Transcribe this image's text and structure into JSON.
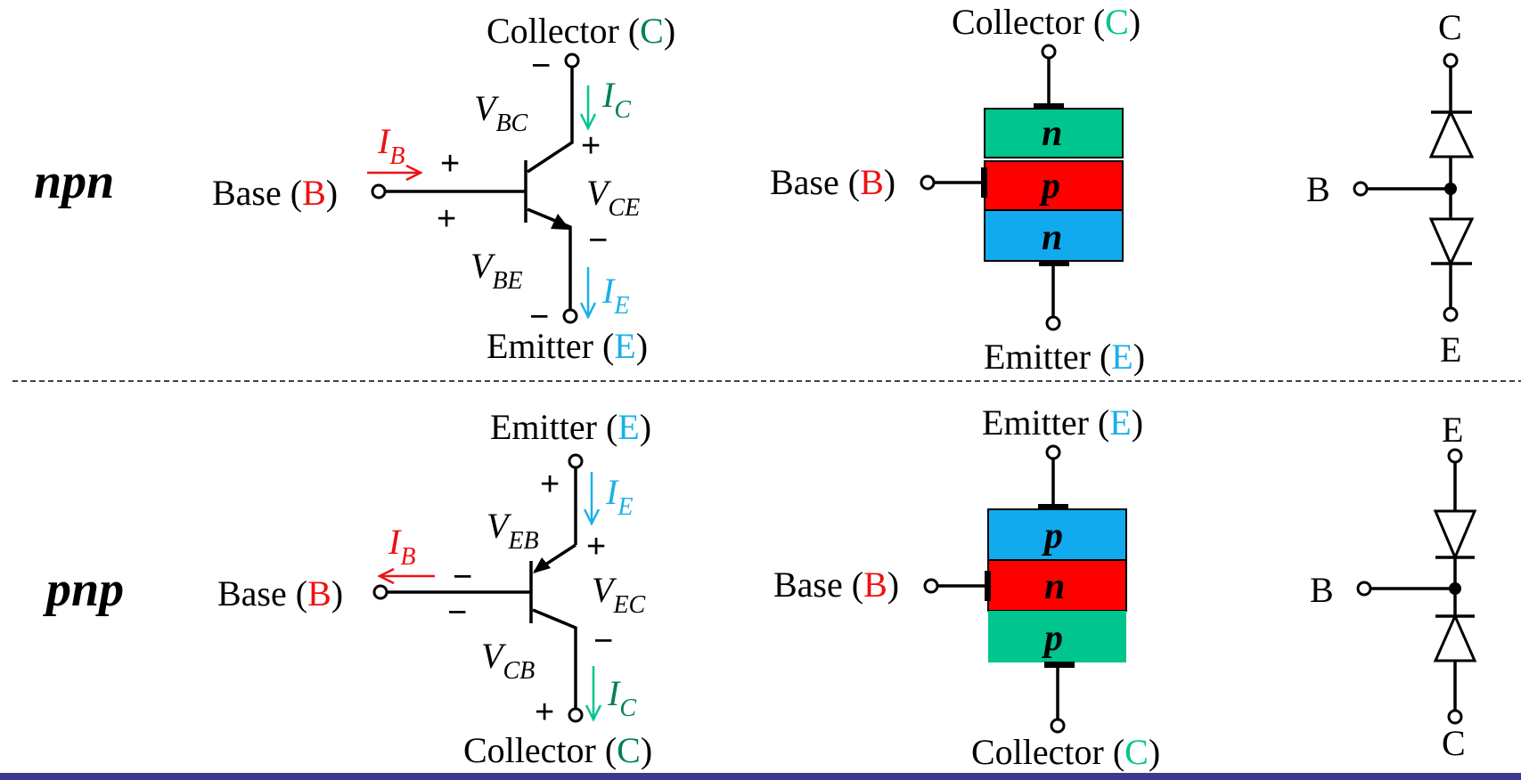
{
  "colors": {
    "base": "#ee1111",
    "collector": "#00805a",
    "collector_layer": "#00c58e",
    "emitter": "#1ab0e8",
    "emitter_layer": "#11aaee",
    "base_layer": "#ff0000",
    "divider": "#000000",
    "bottom_rule": "#3b3a8e"
  },
  "npn": {
    "title": "npn",
    "symbol": {
      "collector_word": "Collector (",
      "collector_letter": "C",
      "close_paren": ")",
      "base_word": "Base (",
      "base_letter": "B",
      "emitter_word": "Emitter (",
      "emitter_letter": "E",
      "vbc": {
        "main": "V",
        "sub": "BC"
      },
      "vbe": {
        "main": "V",
        "sub": "BE"
      },
      "vce": {
        "main": "V",
        "sub": "CE"
      },
      "ib": {
        "main": "I",
        "sub": "B"
      },
      "ic": {
        "main": "I",
        "sub": "C"
      },
      "ie": {
        "main": "I",
        "sub": "E"
      },
      "plus": "+",
      "minus": "−"
    },
    "layers": {
      "top": "n",
      "middle": "p",
      "bottom": "n",
      "collector_label_word": "Collector (",
      "collector_letter": "C",
      "base_label_word": "Base (",
      "base_letter": "B",
      "emitter_label_word": "Emitter (",
      "emitter_letter": "E",
      "close_paren": ")"
    },
    "diode": {
      "top": "C",
      "left": "B",
      "bottom": "E"
    }
  },
  "pnp": {
    "title": "pnp",
    "symbol": {
      "emitter_word": "Emitter (",
      "emitter_letter": "E",
      "close_paren": ")",
      "base_word": "Base (",
      "base_letter": "B",
      "collector_word": "Collector (",
      "collector_letter": "C",
      "veb": {
        "main": "V",
        "sub": "EB"
      },
      "vcb": {
        "main": "V",
        "sub": "CB"
      },
      "vec": {
        "main": "V",
        "sub": "EC"
      },
      "ib": {
        "main": "I",
        "sub": "B"
      },
      "ie": {
        "main": "I",
        "sub": "E"
      },
      "ic": {
        "main": "I",
        "sub": "C"
      },
      "plus": "+",
      "minus": "−"
    },
    "layers": {
      "top": "p",
      "middle": "n",
      "bottom": "p",
      "emitter_label_word": "Emitter (",
      "emitter_letter": "E",
      "base_label_word": "Base (",
      "base_letter": "B",
      "collector_label_word": "Collector (",
      "collector_letter": "C",
      "close_paren": ")"
    },
    "diode": {
      "top": "E",
      "left": "B",
      "bottom": "C"
    }
  }
}
